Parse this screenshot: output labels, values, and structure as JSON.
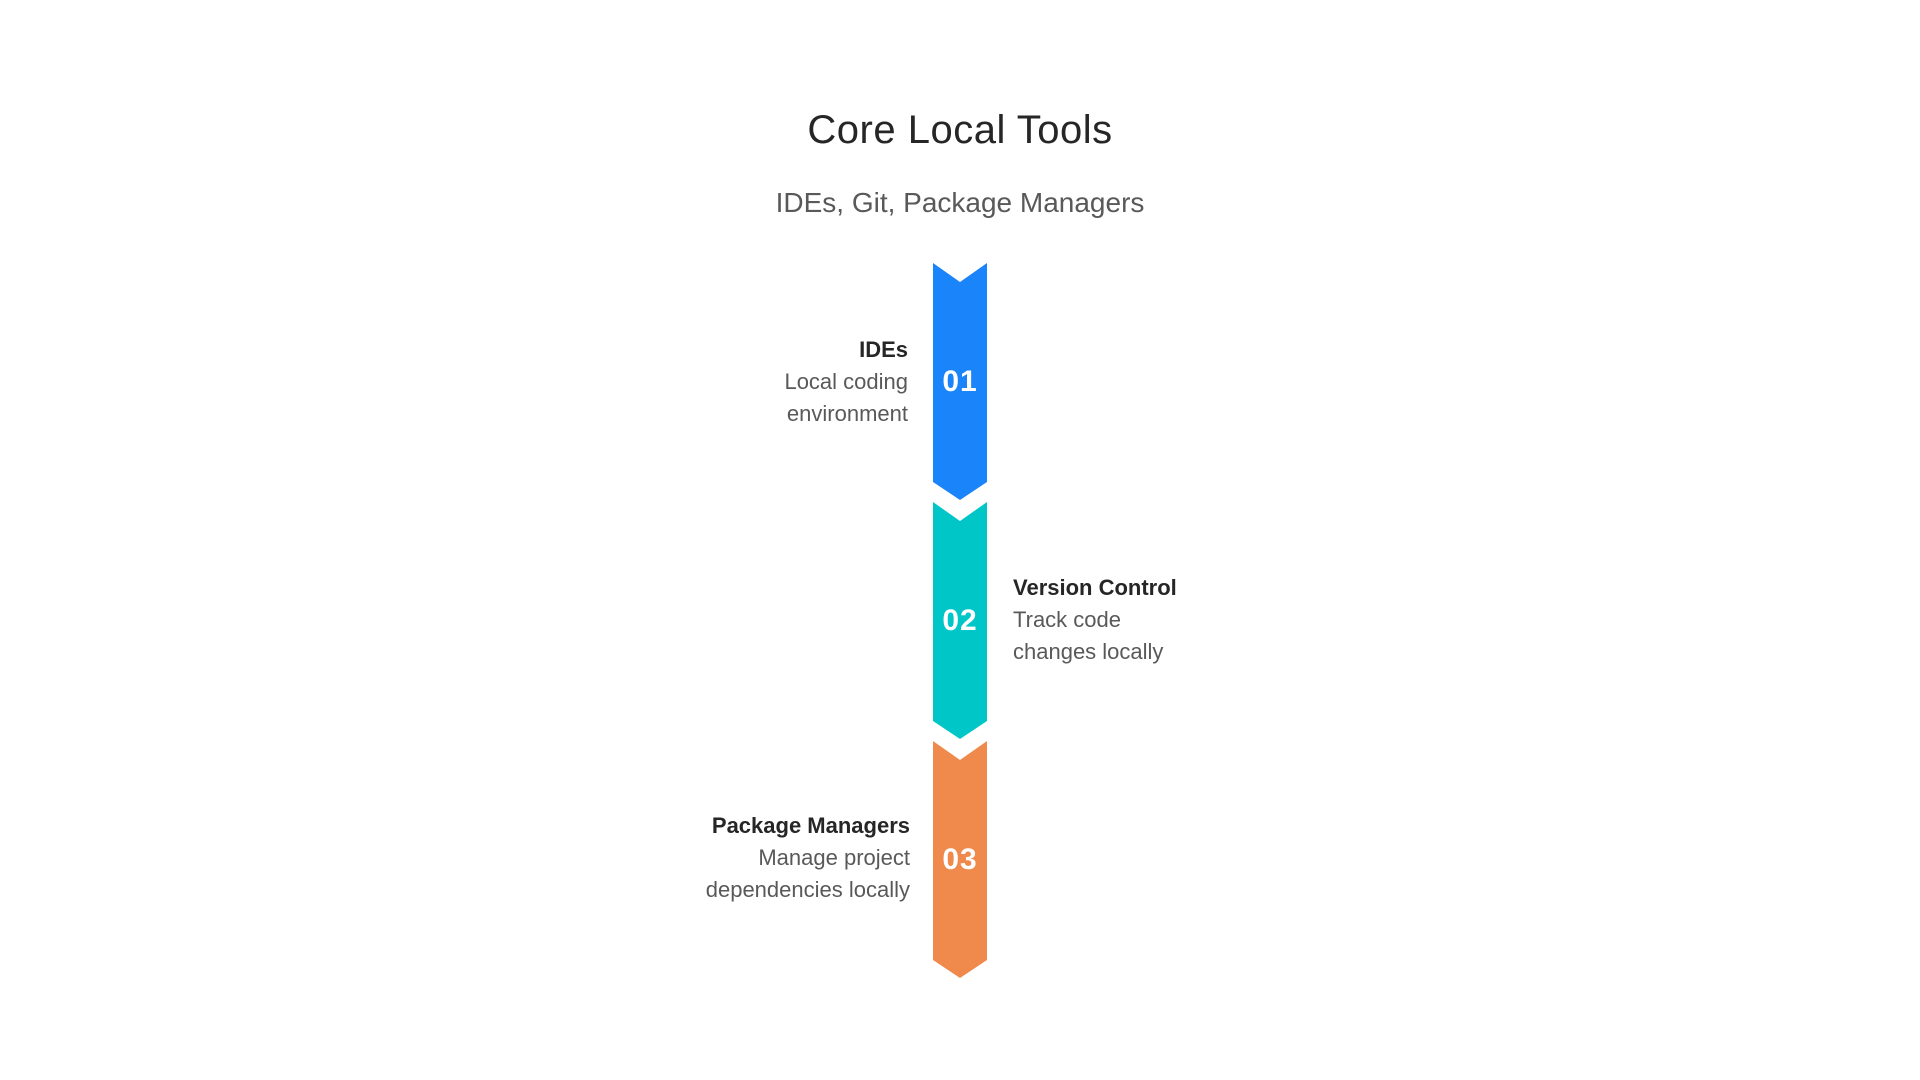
{
  "header": {
    "title": "Core Local Tools",
    "subtitle": "IDEs, Git, Package Managers"
  },
  "diagram": {
    "type": "vertical-chevron-timeline",
    "steps": [
      {
        "number": "01",
        "title": "IDEs",
        "desc_line1": "Local coding",
        "desc_line2": "environment",
        "color": "#1A84FA",
        "label_side": "left"
      },
      {
        "number": "02",
        "title": "Version Control",
        "desc_line1": "Track code",
        "desc_line2": "changes locally",
        "color": "#00C6C8",
        "label_side": "right"
      },
      {
        "number": "03",
        "title": "Package Managers",
        "desc_line1": "Manage project",
        "desc_line2": "dependencies locally",
        "color": "#F08A4C",
        "label_side": "left"
      }
    ],
    "colors": {
      "title_text": "#262626",
      "body_text": "#595959",
      "step_number_text": "#ffffff",
      "background": "#ffffff"
    }
  }
}
